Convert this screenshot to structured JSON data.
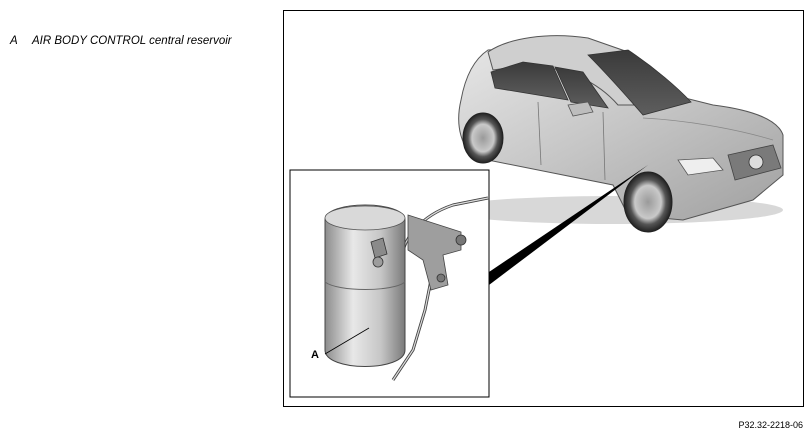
{
  "legend": {
    "key": "A",
    "text": "AIR BODY CONTROL central reservoir"
  },
  "callout": {
    "label": "A"
  },
  "figure_code": "P32.32-2218-06"
}
